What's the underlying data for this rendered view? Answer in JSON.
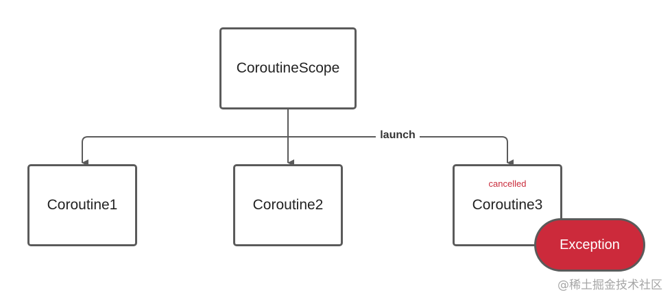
{
  "diagram": {
    "root": {
      "label": "CoroutineScope"
    },
    "edge_label": "launch",
    "children": [
      {
        "label": "Coroutine1"
      },
      {
        "label": "Coroutine2"
      },
      {
        "label": "Coroutine3",
        "annotation": "cancelled"
      }
    ],
    "exception": {
      "label": "Exception"
    }
  },
  "colors": {
    "border": "#5a5a5a",
    "exception_fill": "#cc2a3b",
    "cancelled_text": "#c92a3a"
  },
  "watermark": "@稀土掘金技术社区"
}
